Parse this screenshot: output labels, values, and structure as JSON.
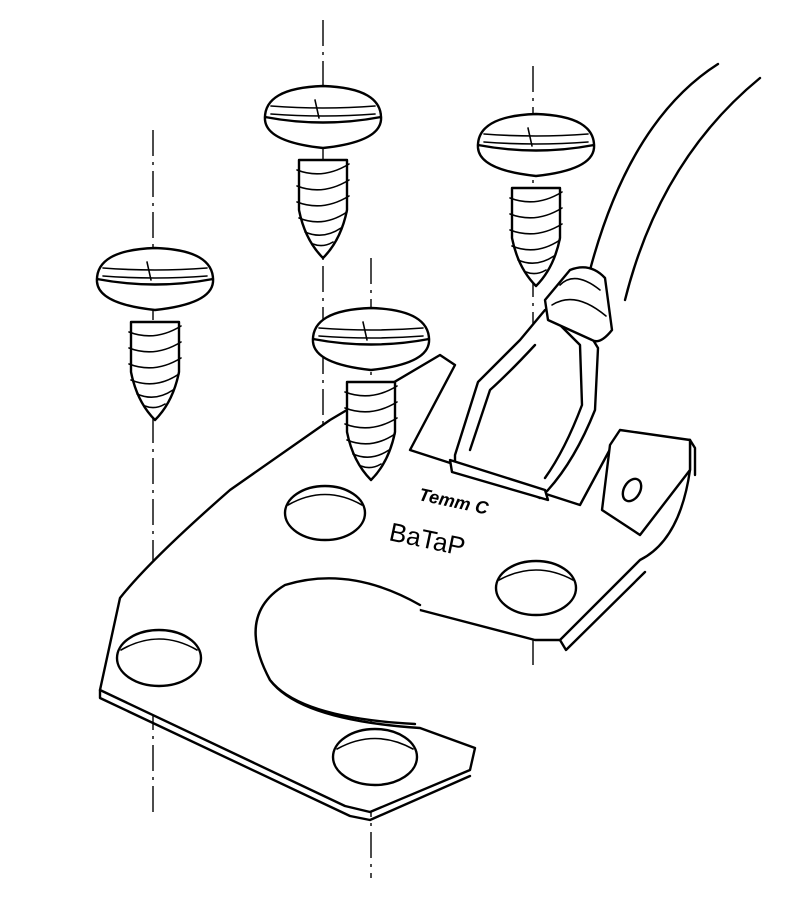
{
  "bracket": {
    "brand_mark": "Temm C",
    "product_name": "BaTaP"
  },
  "counts": {
    "screws": 4,
    "mounting_holes": 4
  },
  "colors": {
    "ink": "#000000",
    "paper": "#ffffff"
  }
}
